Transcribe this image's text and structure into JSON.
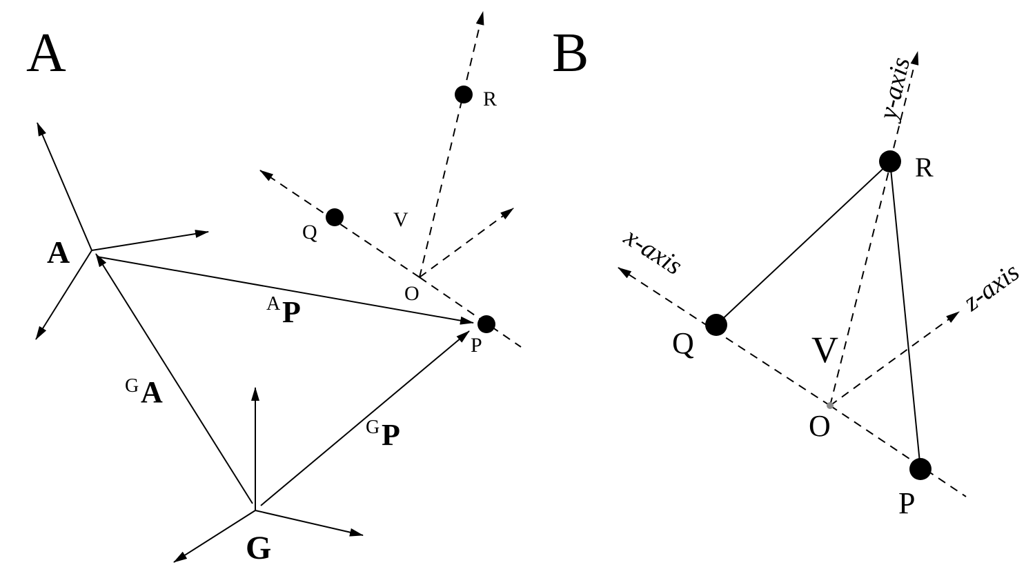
{
  "figure": {
    "panels": [
      {
        "id": "A",
        "panel_label": "A",
        "frames": {
          "A": {
            "label": "A"
          },
          "G": {
            "label": "G"
          }
        },
        "vectors": {
          "GA": {
            "superscript": "G",
            "name": "A"
          },
          "AP": {
            "superscript": "A",
            "name": "P"
          },
          "GP": {
            "superscript": "G",
            "name": "P"
          }
        },
        "points": {
          "P": "P",
          "Q": "Q",
          "R": "R",
          "O": "O"
        },
        "plane_label": "V"
      },
      {
        "id": "B",
        "panel_label": "B",
        "axes": {
          "x": "x-axis",
          "y": "y-axis",
          "z": "z-axis"
        },
        "points": {
          "P": "P",
          "Q": "Q",
          "R": "R",
          "O": "O"
        },
        "plane_label": "V"
      }
    ]
  },
  "colors": {
    "ink": "#000000",
    "origin_dot": "#8a8a8a",
    "background": "#ffffff"
  }
}
